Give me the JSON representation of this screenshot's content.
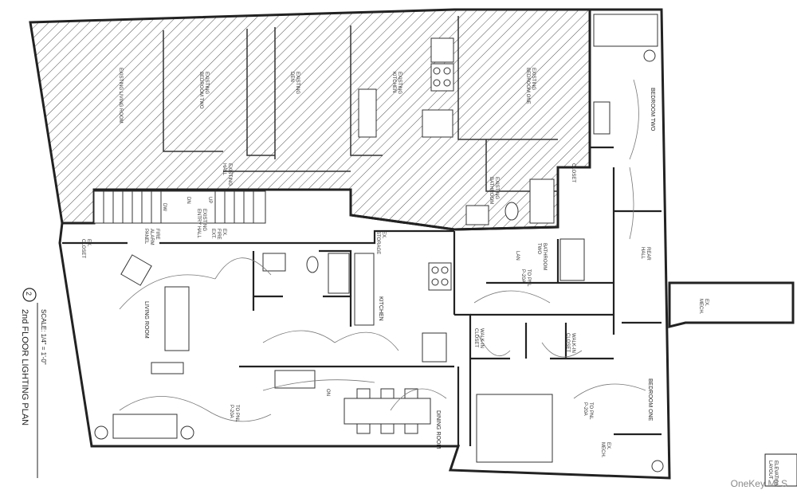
{
  "rooms": {
    "existing_living_room": "EXISTING\nLIVING ROOM",
    "existing_bedroom_two": "EXISTING\nBEDROOM TWO",
    "existing_den": "EXISTING\nDEN",
    "existing_kitchen": "EXISTING\nKITCHEN",
    "existing_bedroom_one": "EXISTING\nBEDROOM ONE",
    "existing_hall": "EXISTING\nHALL",
    "existing_bathroom": "EXISTING\nBATHROOM",
    "existing_entry_hall": "EXISTING\nENTRY HALL",
    "ex_closet": "EX.\nCLOSET",
    "fire_alarm_panel": "FIRE\nALARM\nPANEL",
    "ex_fire_ext": "EX.\nFIRE\nEXT.",
    "ex_storage": "EX.\nSTORAGE",
    "living_room": "LIVING ROOM",
    "kitchen": "KITCHEN",
    "dining_room": "DINING ROOM",
    "bathroom_two": "BATHROOM\nTWO",
    "walk_in_closet_1": "WALK-IN\nCLOSET",
    "walk_in_closet_2": "WALK-IN\nCLOSET",
    "bedroom_one": "BEDROOM ONE",
    "bedroom_two": "BEDROOM TWO",
    "closet": "CLOSET",
    "rear_hall": "REAR\nHALL",
    "ex_mech_1": "EX.\nMECH.",
    "ex_mech_2": "EX.\nMECH.",
    "dw": "DW",
    "dn": "DN",
    "up": "UP",
    "lan": "LAN"
  },
  "notes": {
    "to_pnl_1": "TO PNL\nP-20A",
    "to_pnl_2": "TO PNL\nP-20A",
    "to_pnl_3": "TO PNL\nP-20A",
    "on": "ON"
  },
  "title_block": {
    "number": "2",
    "title": "2nd FLOOR LIGHTING PLAN",
    "scale": "SCALE: 1/4\" = 1'-0\"",
    "sheet_fragment": "ELEVATION\nLAYOUT"
  },
  "watermark": "OneKey MLS"
}
